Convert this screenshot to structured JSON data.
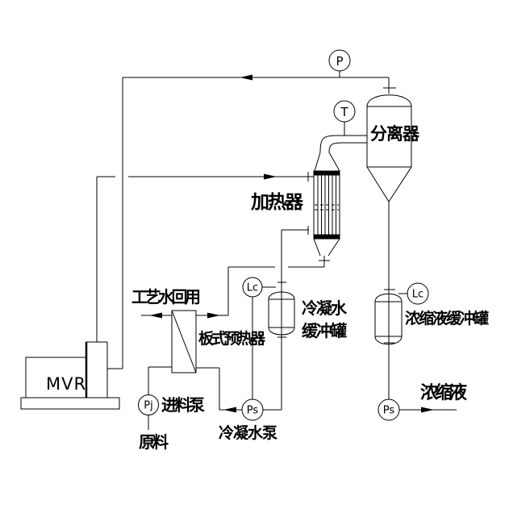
{
  "diagram": {
    "background": "#ffffff",
    "line_color": "#000000",
    "equipment": {
      "separator": "分离器",
      "heater": "加热器",
      "plate_preheater": "板式预热器",
      "mvr": "MVR",
      "feed_pump": "进料泵",
      "condensate_pump": "冷凝水泵",
      "condensate_tank_line1": "冷凝水",
      "condensate_tank_line2": "缓冲罐",
      "concentrate_tank": "浓缩液缓冲罐"
    },
    "streams": {
      "process_water_reuse": "工艺水回用",
      "raw_material": "原料",
      "concentrate": "浓缩液"
    },
    "instruments": {
      "pressure": "P",
      "temperature": "T",
      "level_condensate": "Lc",
      "level_concentrate": "Lc",
      "feed_pump_tag": "Pj",
      "condensate_pump_tag": "Ps",
      "concentrate_pump_tag": "Ps"
    }
  }
}
